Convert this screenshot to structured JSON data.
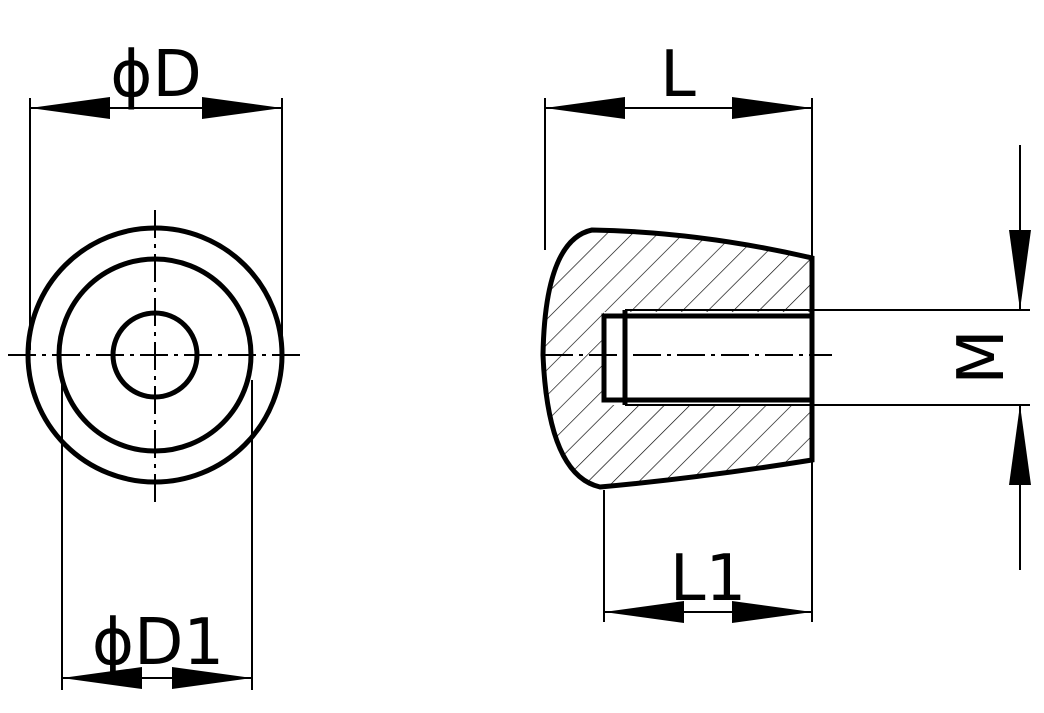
{
  "drawing": {
    "front_view": {
      "outer_diameter_label": "ϕD",
      "inner_diameter_label": "ϕD1"
    },
    "side_view": {
      "length_label": "L",
      "thread_depth_label": "L1",
      "thread_label": "M"
    }
  }
}
